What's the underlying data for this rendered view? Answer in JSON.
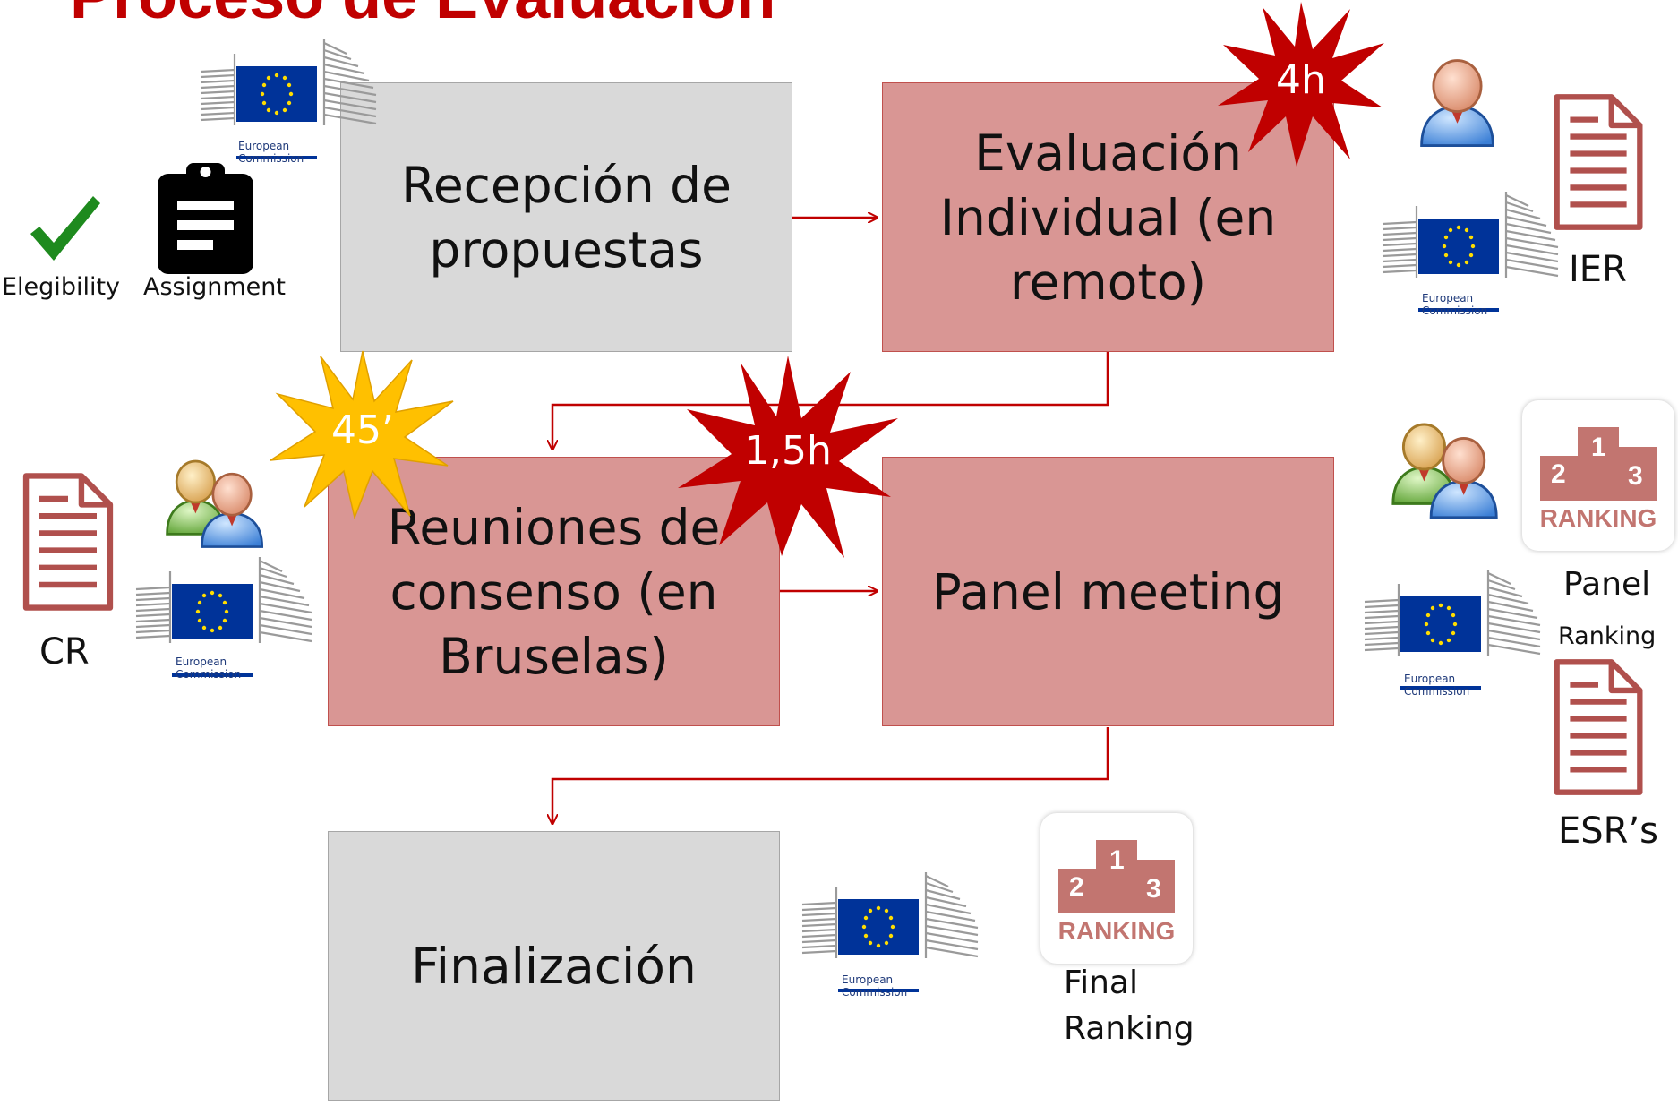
{
  "title": "Proceso de Evaluación",
  "boxes": {
    "recepcion": "Recepción de\npropuestas",
    "evaluacion": "Evaluación\nIndividual (en\nremoto)",
    "reuniones": "Reuniones de\nconsenso (en\nBruselas)",
    "panel": "Panel meeting",
    "finalizacion": "Finalización"
  },
  "bursts": {
    "eval_time": "4h",
    "consenso_time": "45’",
    "panel_time": "1,5h"
  },
  "labels": {
    "elegibility": "Elegibility",
    "assignment": "Assignment",
    "ier": "IER",
    "cr": "CR",
    "panel_ranking_1": "Panel",
    "panel_ranking_2": "Ranking",
    "esrs": "ESR’s",
    "final_ranking": "Final\nRanking"
  },
  "ec_logo": {
    "line1": "European",
    "line2": "Commission"
  },
  "ranking_icon": {
    "places": [
      "2",
      "1",
      "3"
    ],
    "word": "RANKING"
  },
  "colors": {
    "title": "#c00000",
    "pink_box": "#d99694",
    "gray_box": "#d9d9d9",
    "arrow": "#c00000",
    "burst_red": "#c00000",
    "burst_yellow": "#ffc000",
    "doc_icon": "#b0504d"
  }
}
